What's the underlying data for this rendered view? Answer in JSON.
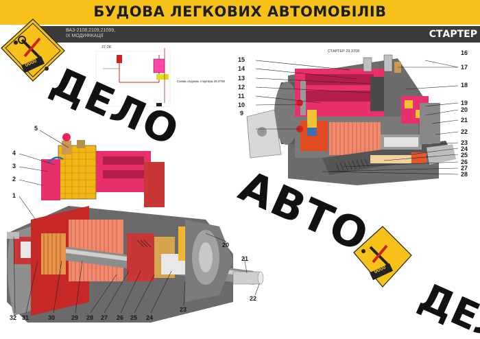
{
  "header": {
    "title": "БУДОВА ЛЕГКОВИХ АВТОМОБІЛІВ",
    "subtitle_line1": "ВАЗ-2108,2109,21099,",
    "subtitle_line2": "ІХ МОДИФІКАЦІЇ",
    "section": "СТАРТЕР"
  },
  "watermark": {
    "word1": "ДЕЛО",
    "word2": "АВТО",
    "word3": "ДЕЛ",
    "badge_digits": "0000"
  },
  "top_diagram": {
    "title": "СТАРТЕР 29.3708",
    "callouts_left": [
      "15",
      "14",
      "13",
      "12",
      "11",
      "10",
      "9"
    ],
    "callouts_right": [
      "16",
      "17",
      "18",
      "19",
      "20",
      "21",
      "22",
      "23",
      "24",
      "25",
      "26",
      "27",
      "28"
    ]
  },
  "bottom_diagram": {
    "callouts_left": [
      "5",
      "4",
      "3",
      "2",
      "1"
    ],
    "callouts_bottom": [
      "32",
      "31",
      "30",
      "29",
      "28",
      "27",
      "26",
      "25",
      "24",
      "23"
    ],
    "callouts_right": [
      "20",
      "21",
      "22"
    ]
  },
  "small_labels": {
    "top_left_title": "37 08",
    "scheme_title": "Схема з'єднань стартера 29.3708"
  }
}
